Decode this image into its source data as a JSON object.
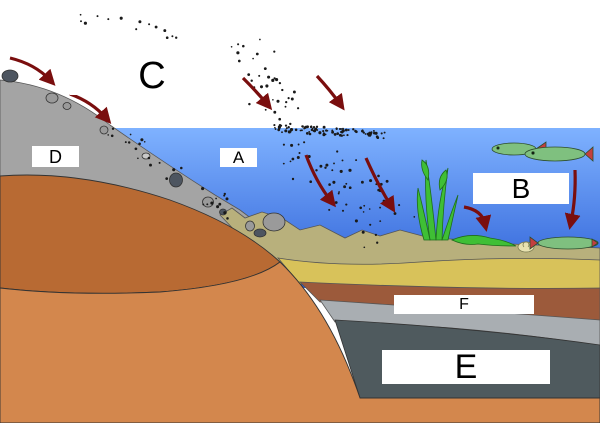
{
  "labels": {
    "a": "A",
    "b": "B",
    "c": "C",
    "d": "D",
    "e": "E",
    "f": "F"
  },
  "colors": {
    "sky": "#ffffff",
    "water_top": "#7fb2ff",
    "water_bottom": "#2c5fd6",
    "rock_slope": "#a4a4a4",
    "soil": "#b86a33",
    "deep_soil": "#d3874d",
    "lake_floor": "#b8b07c",
    "sand_layer": "#d8c25a",
    "clay_layer": "#9c5a3b",
    "sediment_layer": "#a9aeb2",
    "dark_layer": "#4f5a5e",
    "arrow": "#7a0e0e",
    "plant": "#3fbf35",
    "fish_body": "#7fc07f"
  },
  "icons": [
    "arrow-icon",
    "fish-icon",
    "snail-icon",
    "plant-icon",
    "pebble-icon"
  ]
}
